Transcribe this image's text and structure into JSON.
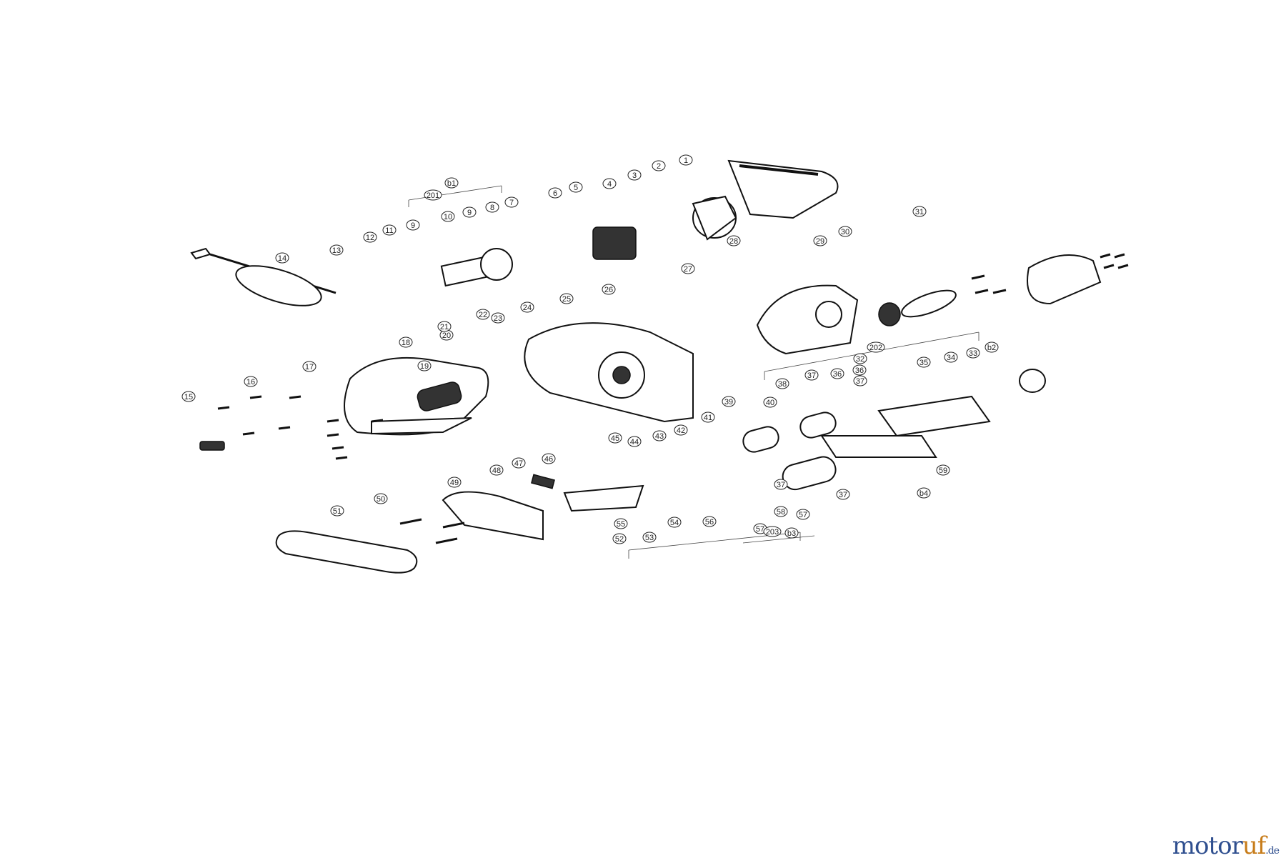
{
  "diagram": {
    "part_numbers": [
      "1",
      "2",
      "3",
      "4",
      "5",
      "6",
      "7",
      "8",
      "9",
      "10",
      "201",
      "b1",
      "9",
      "11",
      "12",
      "13",
      "14",
      "15",
      "16",
      "17",
      "18",
      "19",
      "20",
      "21",
      "22",
      "23",
      "24",
      "25",
      "26",
      "27",
      "28",
      "29",
      "30",
      "31",
      "32",
      "202",
      "b2",
      "33",
      "34",
      "35",
      "36",
      "37",
      "38",
      "39",
      "36",
      "37",
      "40",
      "41",
      "42",
      "43",
      "44",
      "45",
      "46",
      "47",
      "48",
      "49",
      "50",
      "51",
      "52",
      "53",
      "54",
      "55",
      "56",
      "57",
      "58",
      "57",
      "37",
      "37",
      "203",
      "b3",
      "b4",
      "59"
    ]
  },
  "watermark": {
    "brand_a": "motor",
    "brand_b": "uf",
    "tld": ".de"
  }
}
